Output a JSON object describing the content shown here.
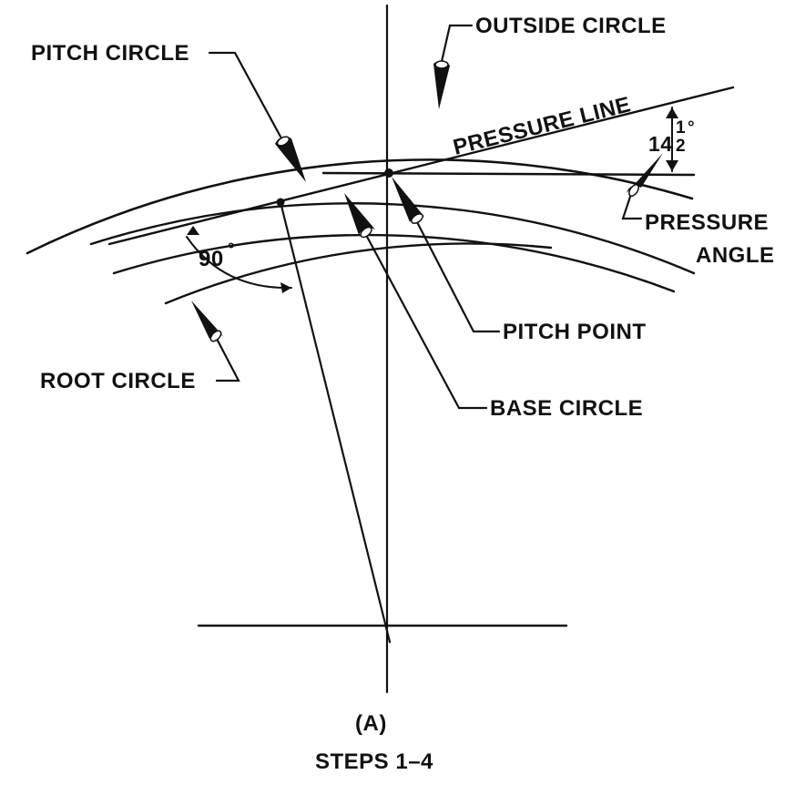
{
  "labels": {
    "outside_circle": "OUTSIDE CIRCLE",
    "pitch_circle": "PITCH CIRCLE",
    "pressure_line": "PRESSURE LINE",
    "angle_value_whole": "14",
    "angle_value_frac": "1",
    "angle_value_den": "2",
    "degree_mark": "°",
    "pressure_angle_line1": "PRESSURE",
    "pressure_angle_line2": "ANGLE",
    "right_angle": "90",
    "pitch_point": "PITCH POINT",
    "root_circle": "ROOT CIRCLE",
    "base_circle": "BASE CIRCLE",
    "view_id": "(A)",
    "steps": "STEPS 1–4"
  },
  "colors": {
    "ink": "#111111",
    "paper": "#ffffff"
  }
}
